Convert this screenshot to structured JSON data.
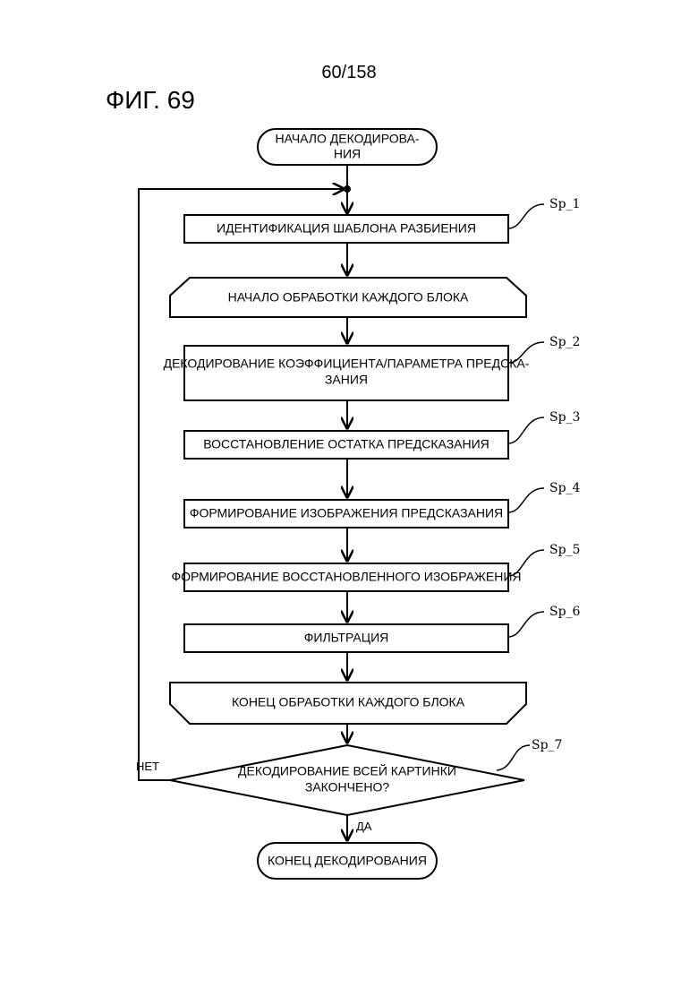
{
  "header": {
    "page_number": "60/158",
    "figure_label": "ФИГ. 69"
  },
  "flowchart": {
    "start": {
      "line1": "НАЧАЛО ДЕКОДИРОВА-",
      "line2": "НИЯ"
    },
    "step1": {
      "text": "ИДЕНТИФИКАЦИЯ ШАБЛОНА РАЗБИЕНИЯ",
      "ref": "Sp_1"
    },
    "loop_begin": {
      "text": "НАЧАЛО ОБРАБОТКИ КАЖДОГО БЛОКА"
    },
    "step2": {
      "line1": "ДЕКОДИРОВАНИЕ КОЭФФИЦИЕНТА/ПАРАМЕТРА ПРЕДСКА-",
      "line2": "ЗАНИЯ",
      "ref": "Sp_2"
    },
    "step3": {
      "text": "ВОССТАНОВЛЕНИЕ ОСТАТКА ПРЕДСКАЗАНИЯ",
      "ref": "Sp_3"
    },
    "step4": {
      "text": "ФОРМИРОВАНИЕ ИЗОБРАЖЕНИЯ ПРЕДСКАЗАНИЯ",
      "ref": "Sp_4"
    },
    "step5": {
      "text": "ФОРМИРОВАНИЕ ВОССТАНОВЛЕННОГО ИЗОБРАЖЕНИЯ",
      "ref": "Sp_5"
    },
    "step6": {
      "text": "ФИЛЬТРАЦИЯ",
      "ref": "Sp_6"
    },
    "loop_end": {
      "text": "КОНЕЦ ОБРАБОТКИ КАЖДОГО БЛОКА"
    },
    "decision": {
      "line1": "ДЕКОДИРОВАНИЕ ВСЕЙ КАРТИНКИ",
      "line2": "ЗАКОНЧЕНО?",
      "ref": "Sp_7",
      "no_label": "НЕТ",
      "yes_label": "ДА"
    },
    "end": {
      "text": "КОНЕЦ ДЕКОДИРОВАНИЯ"
    }
  }
}
